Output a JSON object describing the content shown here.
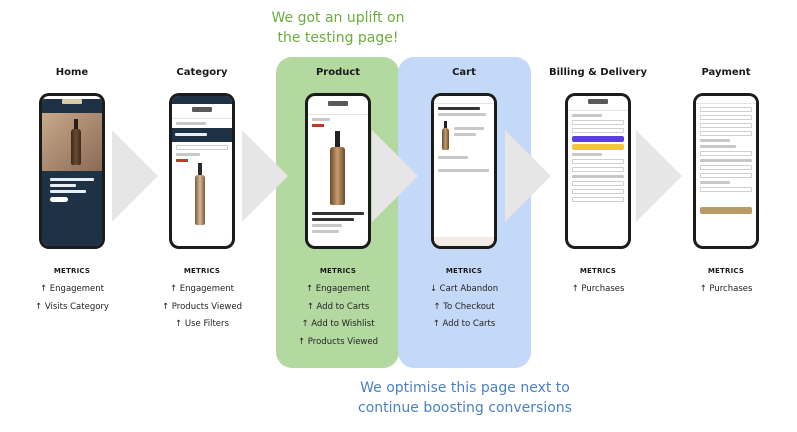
{
  "notes": {
    "top": "We got an uplift on the testing page!",
    "bottom": "We optimise this page next to continue boosting conversions"
  },
  "colors": {
    "highlight_green": "#b4d9a0",
    "highlight_blue": "#c4d8f7",
    "note_green": "#6aae3c",
    "note_blue": "#4a7fc9"
  },
  "metrics_label": "METRICS",
  "steps": [
    {
      "title": "Home",
      "metrics": [
        "↑ Engagement",
        "↑ Visits Category"
      ]
    },
    {
      "title": "Category",
      "metrics": [
        "↑ Engagement",
        "↑ Products Viewed",
        "↑ Use Filters"
      ]
    },
    {
      "title": "Product",
      "metrics": [
        "↑ Engagement",
        "↑ Add to Carts",
        "↑ Add to Wishlist",
        "↑ Products Viewed"
      ]
    },
    {
      "title": "Cart",
      "metrics": [
        "↓ Cart Abandon",
        "↑ To Checkout",
        "↑ Add to Carts"
      ]
    },
    {
      "title": "Billing & Delivery",
      "metrics": [
        "↑ Purchases"
      ]
    },
    {
      "title": "Payment",
      "metrics": [
        "↑ Purchases"
      ]
    }
  ]
}
